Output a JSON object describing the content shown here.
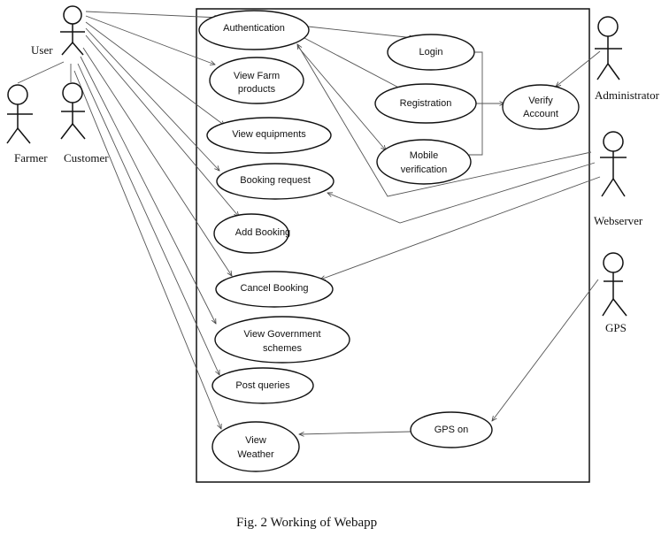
{
  "actors": {
    "user": "User",
    "farmer": "Farmer",
    "customer": "Customer",
    "administrator": "Administrator",
    "webserver": "Webserver",
    "gps": "GPS"
  },
  "use_cases": {
    "authentication": "Authentication",
    "view_farm_products": [
      "View Farm",
      "products"
    ],
    "view_equipments": "View equipments",
    "booking_request": "Booking request",
    "add_booking": "Add Booking",
    "cancel_booking": "Cancel Booking",
    "view_government_schemes": [
      "View Government",
      "schemes"
    ],
    "post_queries": "Post queries",
    "view_weather": [
      "View",
      "Weather"
    ],
    "login": "Login",
    "registration": "Registration",
    "mobile_verification": [
      "Mobile",
      "verification"
    ],
    "verify_account": [
      "Verify",
      "Account"
    ],
    "gps_on": "GPS on"
  },
  "caption": "Fig. 2 Working of Webapp"
}
